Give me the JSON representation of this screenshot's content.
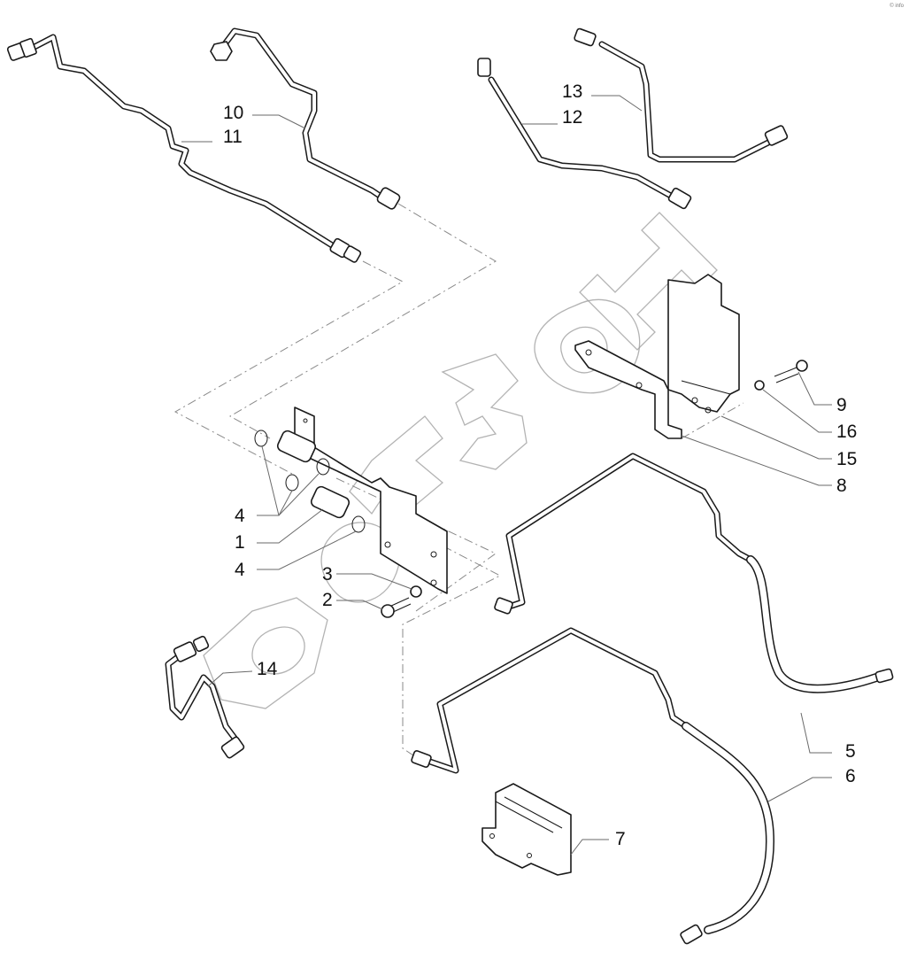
{
  "diagram": {
    "type": "exploded parts diagram",
    "corner_mark": "© info",
    "watermark": "ЭМЗОН"
  },
  "callouts": [
    {
      "id": "10",
      "label": "10"
    },
    {
      "id": "11",
      "label": "11"
    },
    {
      "id": "13",
      "label": "13"
    },
    {
      "id": "12",
      "label": "12"
    },
    {
      "id": "9",
      "label": "9"
    },
    {
      "id": "16",
      "label": "16"
    },
    {
      "id": "15",
      "label": "15"
    },
    {
      "id": "8",
      "label": "8"
    },
    {
      "id": "4a",
      "label": "4"
    },
    {
      "id": "1",
      "label": "1"
    },
    {
      "id": "4b",
      "label": "4"
    },
    {
      "id": "3",
      "label": "3"
    },
    {
      "id": "2",
      "label": "2"
    },
    {
      "id": "14",
      "label": "14"
    },
    {
      "id": "5",
      "label": "5"
    },
    {
      "id": "6",
      "label": "6"
    },
    {
      "id": "7",
      "label": "7"
    }
  ]
}
